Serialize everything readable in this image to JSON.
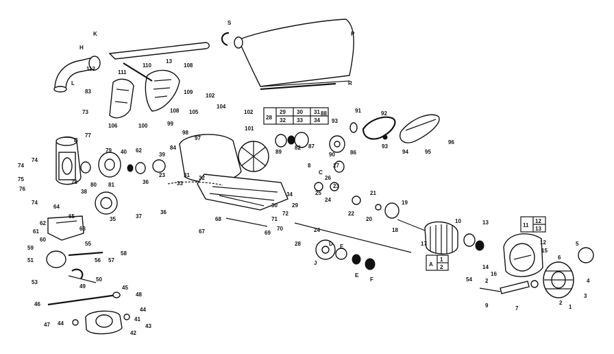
{
  "labels": [
    {
      "id": "S",
      "t": "S"
    },
    {
      "id": "P",
      "t": "P"
    },
    {
      "id": "R",
      "t": "R"
    },
    {
      "id": "H",
      "t": "H"
    },
    {
      "id": "K",
      "t": "K"
    },
    {
      "id": "L",
      "t": "L"
    },
    {
      "id": "n112",
      "t": "112"
    },
    {
      "id": "n110",
      "t": "110"
    },
    {
      "id": "n111",
      "t": "111"
    },
    {
      "id": "n13a",
      "t": "13"
    },
    {
      "id": "n108a",
      "t": "108"
    },
    {
      "id": "n109",
      "t": "109"
    },
    {
      "id": "n83",
      "t": "83"
    },
    {
      "id": "n73",
      "t": "73"
    },
    {
      "id": "n106",
      "t": "106"
    },
    {
      "id": "n108b",
      "t": "108"
    },
    {
      "id": "n105",
      "t": "105"
    },
    {
      "id": "n102a",
      "t": "102"
    },
    {
      "id": "n104",
      "t": "104"
    },
    {
      "id": "n99",
      "t": "99"
    },
    {
      "id": "n100",
      "t": "100"
    },
    {
      "id": "n98",
      "t": "98"
    },
    {
      "id": "n97",
      "t": "97"
    },
    {
      "id": "n102b",
      "t": "102"
    },
    {
      "id": "n101",
      "t": "101"
    },
    {
      "id": "n88",
      "t": "88"
    },
    {
      "id": "n93",
      "t": "93"
    },
    {
      "id": "n87",
      "t": "87"
    },
    {
      "id": "n89",
      "t": "89"
    },
    {
      "id": "n90",
      "t": "90"
    },
    {
      "id": "n86",
      "t": "86"
    },
    {
      "id": "n82",
      "t": "82"
    },
    {
      "id": "n91",
      "t": "91"
    },
    {
      "id": "n92",
      "t": "92"
    },
    {
      "id": "n93b",
      "t": "93"
    },
    {
      "id": "n94",
      "t": "94"
    },
    {
      "id": "n95",
      "t": "95"
    },
    {
      "id": "n96",
      "t": "96"
    },
    {
      "id": "B",
      "t": "B"
    },
    {
      "id": "n77",
      "t": "77"
    },
    {
      "id": "n79",
      "t": "79"
    },
    {
      "id": "n40",
      "t": "40"
    },
    {
      "id": "n62",
      "t": "62"
    },
    {
      "id": "n39",
      "t": "39"
    },
    {
      "id": "n84",
      "t": "84"
    },
    {
      "id": "n74a",
      "t": "74"
    },
    {
      "id": "n74b",
      "t": "74"
    },
    {
      "id": "n75",
      "t": "75"
    },
    {
      "id": "n76",
      "t": "76"
    },
    {
      "id": "n78",
      "t": "78"
    },
    {
      "id": "n80",
      "t": "80"
    },
    {
      "id": "n81",
      "t": "81"
    },
    {
      "id": "n23a",
      "t": "23"
    },
    {
      "id": "n36a",
      "t": "36"
    },
    {
      "id": "n33",
      "t": "33"
    },
    {
      "id": "n31",
      "t": "31"
    },
    {
      "id": "n32",
      "t": "32"
    },
    {
      "id": "n74c",
      "t": "74"
    },
    {
      "id": "n38",
      "t": "38"
    },
    {
      "id": "n37",
      "t": "37"
    },
    {
      "id": "n36b",
      "t": "36"
    },
    {
      "id": "n35",
      "t": "35"
    },
    {
      "id": "n34",
      "t": "34"
    },
    {
      "id": "n29",
      "t": "29"
    },
    {
      "id": "n30",
      "t": "30"
    },
    {
      "id": "n72",
      "t": "72"
    },
    {
      "id": "n71",
      "t": "71"
    },
    {
      "id": "n70",
      "t": "70"
    },
    {
      "id": "n69",
      "t": "69"
    },
    {
      "id": "n68",
      "t": "68"
    },
    {
      "id": "n67",
      "t": "67"
    },
    {
      "id": "Cc",
      "t": "C"
    },
    {
      "id": "n8",
      "t": "8"
    },
    {
      "id": "n27",
      "t": "27"
    },
    {
      "id": "n26",
      "t": "26"
    },
    {
      "id": "n23b",
      "t": "23"
    },
    {
      "id": "n25",
      "t": "25"
    },
    {
      "id": "n24a",
      "t": "24"
    },
    {
      "id": "n21",
      "t": "21"
    },
    {
      "id": "n22",
      "t": "22"
    },
    {
      "id": "n20",
      "t": "20"
    },
    {
      "id": "n19",
      "t": "19"
    },
    {
      "id": "n18",
      "t": "18"
    },
    {
      "id": "n64",
      "t": "64"
    },
    {
      "id": "n65",
      "t": "65"
    },
    {
      "id": "n63",
      "t": "63"
    },
    {
      "id": "n61",
      "t": "61"
    },
    {
      "id": "n62b",
      "t": "62"
    },
    {
      "id": "n60",
      "t": "60"
    },
    {
      "id": "n59",
      "t": "59"
    },
    {
      "id": "n55",
      "t": "55"
    },
    {
      "id": "n51",
      "t": "51"
    },
    {
      "id": "n58",
      "t": "58"
    },
    {
      "id": "n56",
      "t": "56"
    },
    {
      "id": "n57",
      "t": "57"
    },
    {
      "id": "n53",
      "t": "53"
    },
    {
      "id": "n50",
      "t": "50"
    },
    {
      "id": "n49",
      "t": "49"
    },
    {
      "id": "n48",
      "t": "48"
    },
    {
      "id": "n46",
      "t": "46"
    },
    {
      "id": "n45",
      "t": "45"
    },
    {
      "id": "n47",
      "t": "47"
    },
    {
      "id": "n44a",
      "t": "44"
    },
    {
      "id": "n44b",
      "t": "44"
    },
    {
      "id": "n41",
      "t": "41"
    },
    {
      "id": "n43",
      "t": "43"
    },
    {
      "id": "n42",
      "t": "42"
    },
    {
      "id": "n24b",
      "t": "24"
    },
    {
      "id": "n28",
      "t": "28"
    },
    {
      "id": "D",
      "t": "D"
    },
    {
      "id": "Eb",
      "t": "E"
    },
    {
      "id": "J",
      "t": "J"
    },
    {
      "id": "E2",
      "t": "E"
    },
    {
      "id": "F",
      "t": "F"
    },
    {
      "id": "n10",
      "t": "10"
    },
    {
      "id": "n17",
      "t": "17"
    },
    {
      "id": "n13b",
      "t": "13"
    },
    {
      "id": "n12",
      "t": "12"
    },
    {
      "id": "n15",
      "t": "15"
    },
    {
      "id": "n14",
      "t": "14"
    },
    {
      "id": "n16",
      "t": "16"
    },
    {
      "id": "n54",
      "t": "54"
    },
    {
      "id": "n2a",
      "t": "2"
    },
    {
      "id": "n5",
      "t": "5"
    },
    {
      "id": "n6",
      "t": "6"
    },
    {
      "id": "n7",
      "t": "7"
    },
    {
      "id": "n9",
      "t": "9"
    },
    {
      "id": "n4",
      "t": "4"
    },
    {
      "id": "n3",
      "t": "3"
    },
    {
      "id": "n2b",
      "t": "2"
    },
    {
      "id": "n1",
      "t": "1"
    }
  ],
  "inset_28": {
    "main": "28",
    "cells": [
      "29",
      "30",
      "31",
      "32",
      "33",
      "34"
    ]
  },
  "inset_11": {
    "main": "11",
    "cells": [
      "12",
      "13"
    ]
  },
  "inset_A": {
    "main": "A",
    "cells": [
      "1",
      "2"
    ]
  }
}
